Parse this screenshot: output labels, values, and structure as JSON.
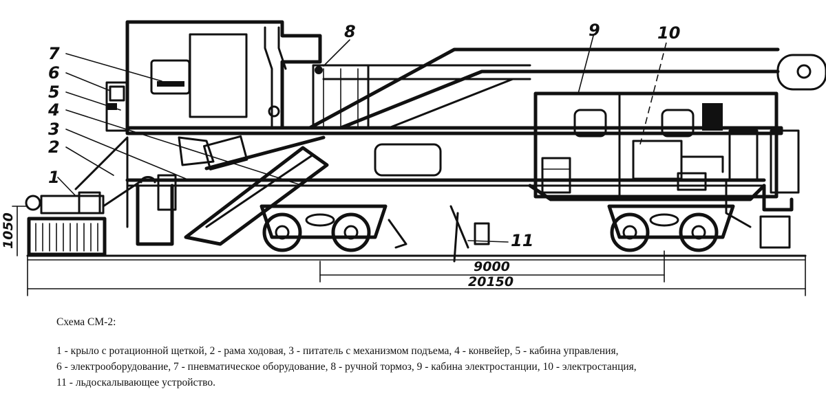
{
  "labels": {
    "n1": "1",
    "n2": "2",
    "n3": "3",
    "n4": "4",
    "n5": "5",
    "n6": "6",
    "n7": "7",
    "n8": "8",
    "n9": "9",
    "n10": "10",
    "n11": "11"
  },
  "dimensions": {
    "height": "1050",
    "bogie_spacing": "9000",
    "total_length": "20150"
  },
  "caption": {
    "title": "Схема СМ-2:",
    "line1": "1 - крыло с ротационной щеткой, 2 - рама ходовая, 3 - питатель с механизмом подъема, 4 - конвейер, 5 - кабина управления,",
    "line2": "6 - электрооборудование, 7 - пневматическое оборудование, 8 - ручной тормоз, 9 - кабина электростанции, 10 - электростанция,",
    "line3": "11 - льдоскалывающее устройство."
  }
}
